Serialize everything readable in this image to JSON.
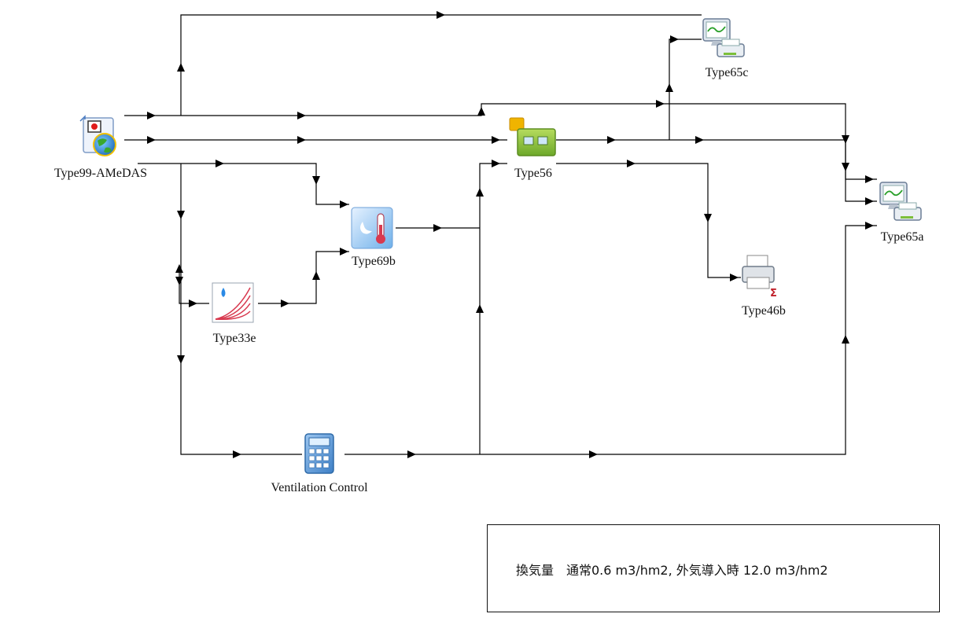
{
  "nodes": {
    "type99": {
      "label": "Type99-AMeDAS",
      "icon": "weather-data-globe-icon"
    },
    "type65c": {
      "label": "Type65c",
      "icon": "online-plotter-printer-icon"
    },
    "type56": {
      "label": "Type56",
      "icon": "multizone-building-icon"
    },
    "type65a": {
      "label": "Type65a",
      "icon": "online-plotter-printer-icon"
    },
    "type69b": {
      "label": "Type69b",
      "icon": "sky-temperature-thermometer-icon"
    },
    "type46b": {
      "label": "Type46b",
      "icon": "integrator-printer-sigma-icon"
    },
    "type33e": {
      "label": "Type33e",
      "icon": "psychrometrics-chart-icon"
    },
    "ventilation": {
      "label": "Ventilation Control",
      "icon": "calculator-icon"
    }
  },
  "note": {
    "text": "換気量　通常0.6 m3/hm2, 外気導入時 12.0 m3/hm2"
  },
  "colors": {
    "line": "#000000",
    "building_green": "#8cbf3f",
    "cube_yellow": "#f0b400",
    "calculator_blue": "#5b9bd5"
  }
}
